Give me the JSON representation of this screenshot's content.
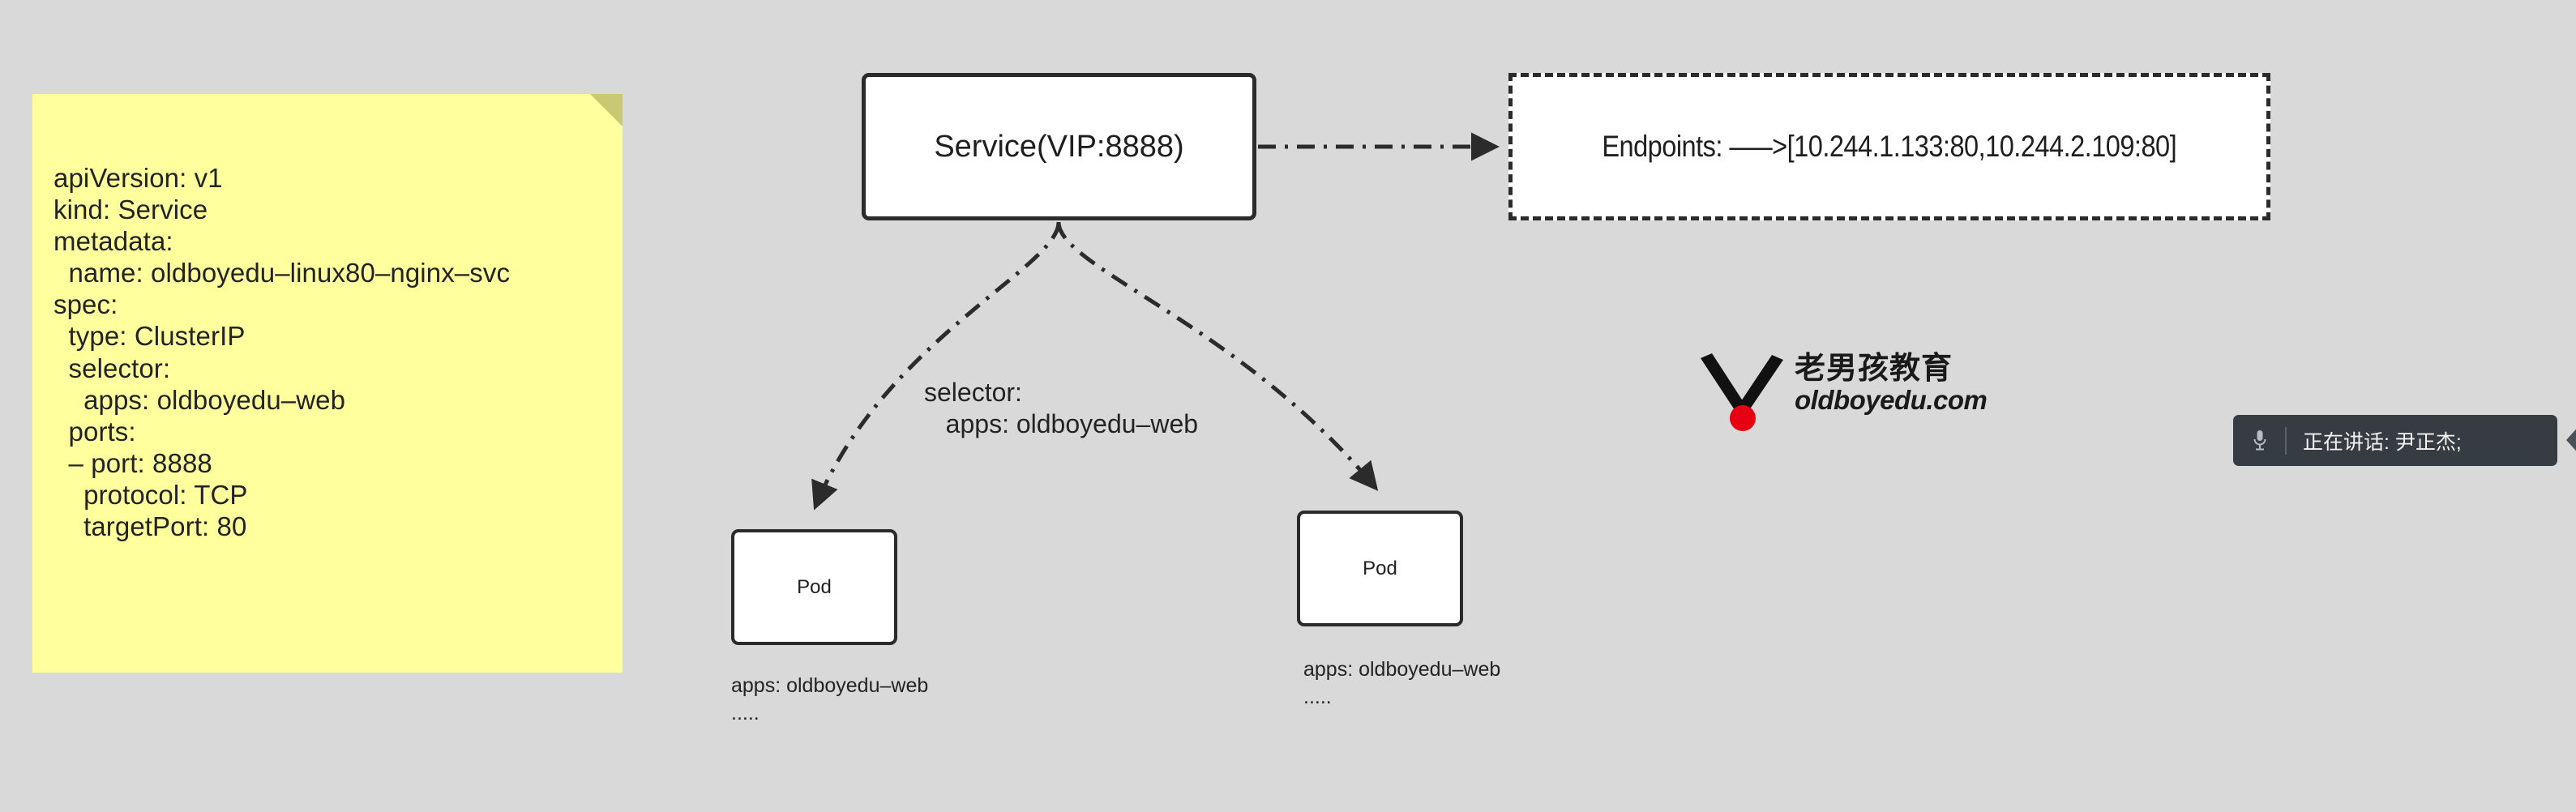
{
  "canvas": {
    "background_color": "#d9d9d9"
  },
  "sticky_note": {
    "background_color": "#ffff9e",
    "fold_color": "#c9c974",
    "manifest_text": "apiVersion: v1\nkind: Service\nmetadata:\n  name: oldboyedu–linux80–nginx–svc\nspec:\n  type: ClusterIP\n  selector:\n    apps: oldboyedu–web\n  ports:\n  – port: 8888\n    protocol: TCP\n    targetPort: 80"
  },
  "diagram": {
    "service_node": {
      "label": "Service(VIP:8888)",
      "border_color": "#2b2b2b",
      "fill_color": "#ffffff"
    },
    "endpoints_node": {
      "label": "Endpoints: –––>[10.244.1.133:80,10.244.2.109:80]",
      "border_style": "dashed",
      "border_color": "#2b2b2b",
      "fill_color": "#ffffff"
    },
    "selector_annotation": "selector:\n   apps: oldboyedu–web",
    "pods": [
      {
        "label": "Pod",
        "caption": "apps: oldboyedu–web\n....."
      },
      {
        "label": "Pod",
        "caption": "apps: oldboyedu–web\n....."
      }
    ],
    "connector_style": "dash-dot-arrow"
  },
  "logo": {
    "cn_text": "老男孩教育",
    "en_text": "oldboyedu.com",
    "mark_color": "#111111",
    "dot_color": "#e60012"
  },
  "speaker_badge": {
    "icon": "microphone-icon",
    "text": "正在讲话: 尹正杰;",
    "background_color": "#373c42",
    "text_color": "#f2f3f4"
  }
}
